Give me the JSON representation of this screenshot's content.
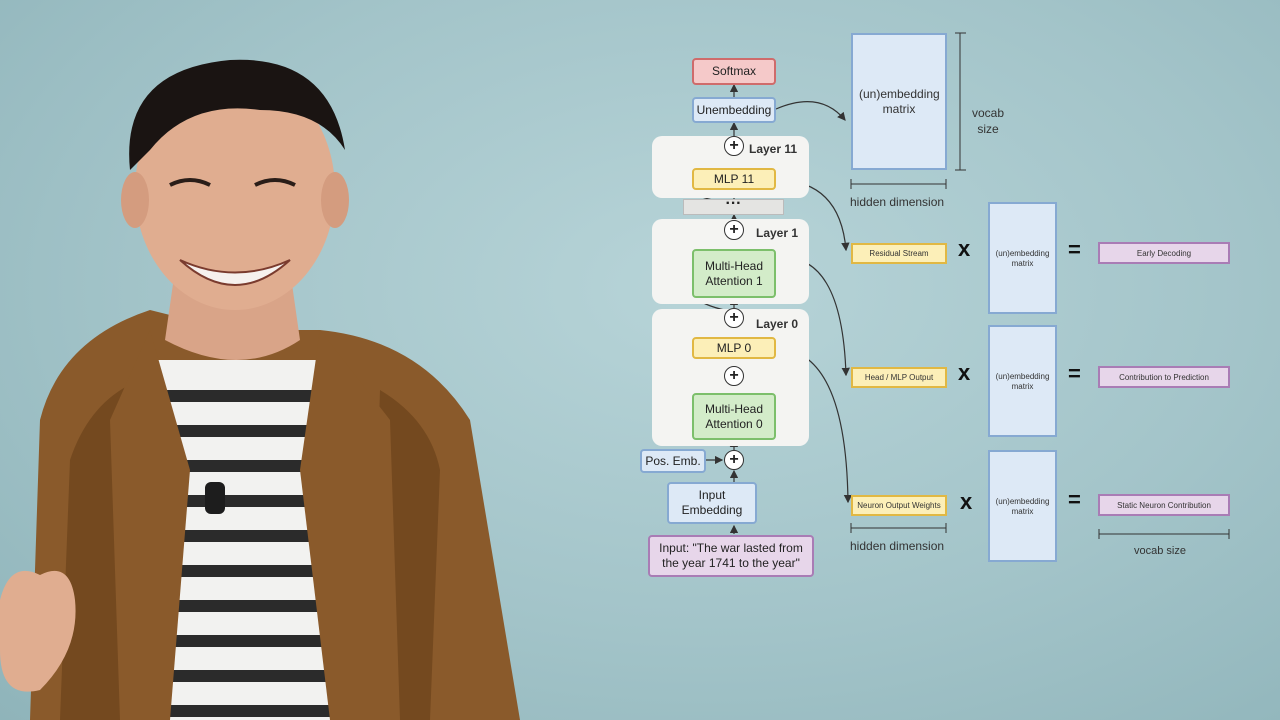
{
  "stack": {
    "softmax": "Softmax",
    "unembedding": "Unembedding",
    "layer11_title": "Layer 11",
    "mlp11": "MLP 11",
    "ellipsis": "···",
    "layer1_title": "Layer 1",
    "mha1": "Multi-Head Attention 1",
    "layer0_title": "Layer 0",
    "mlp0": "MLP 0",
    "mha0": "Multi-Head Attention 0",
    "pos_emb": "Pos. Emb.",
    "input_embedding": "Input Embedding",
    "input_text": "Input: \"The war lasted from the year 1741 to the year\"",
    "plus": "+"
  },
  "unembedding_panel": {
    "matrix_label": "(un)embedding matrix",
    "vocab_size": "vocab size",
    "hidden_dimension": "hidden dimension"
  },
  "equations": [
    {
      "input": "Residual Stream",
      "matrix": "(un)embedding matrix",
      "result": "Early Decoding"
    },
    {
      "input": "Head / MLP Output",
      "matrix": "(un)embedding matrix",
      "result": "Contribution to Prediction"
    },
    {
      "input": "Neuron Output Weights",
      "matrix": "(un)embedding matrix",
      "result": "Static Neuron Contribution"
    }
  ],
  "operators": {
    "times": "x",
    "equals": "="
  },
  "bottom_labels": {
    "hidden_dimension": "hidden dimension",
    "vocab_size": "vocab size"
  },
  "colors": {
    "background": "#a3c4c9",
    "red_box": "#f5c9c9",
    "blue_box": "#dde9f6",
    "yellow_box": "#fcefb8",
    "green_box": "#d3ecc9",
    "purple_box": "#e7d6ea",
    "jacket": "#8a5a2b"
  }
}
